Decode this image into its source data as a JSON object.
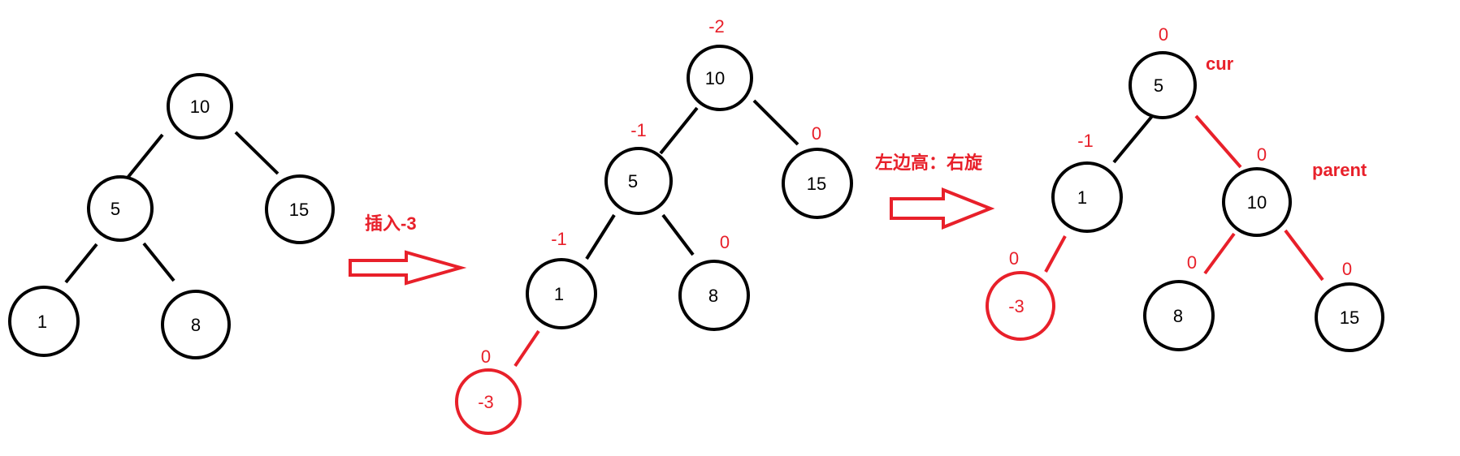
{
  "colors": {
    "black": "#000000",
    "red": "#e8202a"
  },
  "steps": [
    {
      "nodes": [
        {
          "id": "n10",
          "label": "10",
          "balance": ""
        },
        {
          "id": "n5",
          "label": "5",
          "balance": ""
        },
        {
          "id": "n15",
          "label": "15",
          "balance": ""
        },
        {
          "id": "n1",
          "label": "1",
          "balance": ""
        },
        {
          "id": "n8",
          "label": "8",
          "balance": ""
        }
      ]
    },
    {
      "nodes": [
        {
          "id": "n10",
          "label": "10",
          "balance": "-2"
        },
        {
          "id": "n5",
          "label": "5",
          "balance": "-1"
        },
        {
          "id": "n15",
          "label": "15",
          "balance": "0"
        },
        {
          "id": "n1",
          "label": "1",
          "balance": "-1"
        },
        {
          "id": "n8",
          "label": "8",
          "balance": "0"
        },
        {
          "id": "nm3",
          "label": "-3",
          "balance": "0"
        }
      ]
    },
    {
      "nodes": [
        {
          "id": "n5",
          "label": "5",
          "balance": "0"
        },
        {
          "id": "n1",
          "label": "1",
          "balance": "-1"
        },
        {
          "id": "n10",
          "label": "10",
          "balance": "0"
        },
        {
          "id": "nm3",
          "label": "-3",
          "balance": "0"
        },
        {
          "id": "n8",
          "label": "8",
          "balance": "0"
        },
        {
          "id": "n15",
          "label": "15",
          "balance": "0"
        }
      ],
      "tags": {
        "cur": "cur",
        "parent": "parent"
      }
    }
  ],
  "arrows": [
    {
      "caption": "插入-3"
    },
    {
      "caption": "左边高：右旋"
    }
  ]
}
